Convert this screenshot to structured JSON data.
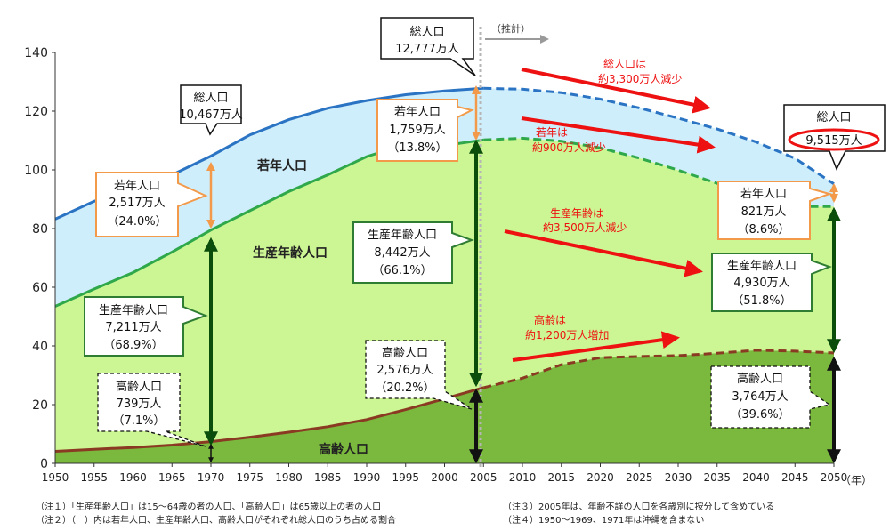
{
  "chart_data": {
    "type": "area",
    "x_unit": "（年）",
    "ylim": [
      0,
      140
    ],
    "y_ticks": [
      0,
      20,
      40,
      60,
      80,
      100,
      120,
      140
    ],
    "x_ticks": [
      1950,
      1955,
      1960,
      1965,
      1970,
      1975,
      1980,
      1985,
      1990,
      1995,
      2000,
      2005,
      2010,
      2015,
      2020,
      2025,
      2030,
      2035,
      2040,
      2045,
      2050
    ],
    "grid": false,
    "estimate_label": "（推計）",
    "series": [
      {
        "name": "総人口",
        "x": [
          1950,
          1955,
          1960,
          1965,
          1970,
          1975,
          1980,
          1985,
          1990,
          1995,
          2000,
          2005,
          2010,
          2015,
          2020,
          2025,
          2030,
          2035,
          2040,
          2045,
          2050
        ],
        "values": [
          83.2,
          89.3,
          93.4,
          98.3,
          104.7,
          111.9,
          117.1,
          121.0,
          123.6,
          125.6,
          126.9,
          127.8,
          127.5,
          126.3,
          124.1,
          121.1,
          117.6,
          113.9,
          109.5,
          103.9,
          95.2
        ]
      },
      {
        "name": "生産年齢人口+高齢人口",
        "x": [
          1950,
          1955,
          1960,
          1965,
          1970,
          1975,
          1980,
          1985,
          1990,
          1995,
          2000,
          2005,
          2010,
          2015,
          2020,
          2025,
          2030,
          2035,
          2040,
          2045,
          2050
        ],
        "values": [
          53.5,
          59.4,
          65.0,
          72.0,
          79.5,
          86.1,
          92.6,
          98.3,
          104.5,
          108.7,
          108.3,
          110.2,
          110.8,
          109.8,
          107.5,
          104.0,
          99.9,
          95.4,
          90.6,
          87.5,
          87.5
        ]
      },
      {
        "name": "高齢人口",
        "x": [
          1950,
          1955,
          1960,
          1965,
          1970,
          1975,
          1980,
          1985,
          1990,
          1995,
          2000,
          2005,
          2010,
          2015,
          2020,
          2025,
          2030,
          2035,
          2040,
          2045,
          2050
        ],
        "values": [
          4.1,
          4.8,
          5.4,
          6.2,
          7.4,
          8.9,
          10.6,
          12.5,
          14.9,
          18.3,
          22.0,
          25.8,
          29.0,
          33.6,
          36.0,
          36.4,
          36.7,
          37.5,
          38.5,
          38.2,
          37.6
        ]
      }
    ],
    "area_labels": [
      "若年人口",
      "生産年齢人口",
      "高齢人口"
    ],
    "callouts": {
      "c1970": {
        "title": "総人口",
        "value": "10,467万人"
      },
      "c2005": {
        "title": "総人口",
        "value": "12,777万人"
      },
      "c2050": {
        "title": "総人口",
        "value": "9,515万人"
      },
      "y1970": {
        "title": "若年人口",
        "value": "2,517万人",
        "pct": "（24.0%）"
      },
      "w1970": {
        "title": "生産年齢人口",
        "value": "7,211万人",
        "pct": "（68.9%）"
      },
      "o1970": {
        "title": "高齢人口",
        "value": "739万人",
        "pct": "（7.1%）"
      },
      "y2005": {
        "title": "若年人口",
        "value": "1,759万人",
        "pct": "（13.8%）"
      },
      "w2005": {
        "title": "生産年齢人口",
        "value": "8,442万人",
        "pct": "（66.1%）"
      },
      "o2005": {
        "title": "高齢人口",
        "value": "2,576万人",
        "pct": "（20.2%）"
      },
      "y2050": {
        "title": "若年人口",
        "value": "821万人",
        "pct": "（8.6%）"
      },
      "w2050": {
        "title": "生産年齢人口",
        "value": "4,930万人",
        "pct": "（51.8%）"
      },
      "o2050": {
        "title": "高齢人口",
        "value": "3,764万人",
        "pct": "（39.6%）"
      }
    },
    "trends": {
      "total": [
        "総人口は",
        "約3,300万人減少"
      ],
      "young": [
        "若年は",
        "約900万人減少"
      ],
      "working": [
        "生産年齢は",
        "約3,500万人減少"
      ],
      "old": [
        "高齢は",
        "約1,200万人増加"
      ]
    }
  },
  "notes": {
    "n1": "（注１）「生産年齢人口」は15～64歳の者の人口、「高齢人口」は65歳以上の者の人口",
    "n2": "（注２）（　）内は若年人口、生産年齢人口、高齢人口がそれぞれ総人口のうち占める割合",
    "n3": "（注３）2005年は、年齢不詳の人口を各歳別に按分して含めている",
    "n4": "（注４）1950～1969、1971年は沖縄を含まない"
  },
  "colors": {
    "young_fill": "#cfeefb",
    "working_fill": "#ccf594",
    "old_fill": "#7ab83e",
    "total_line": "#2b74c4",
    "working_line": "#2ea84a",
    "old_line": "#8a3a22",
    "trend_red": "#ee1111",
    "young_box": "#f39a4a",
    "working_box": "#2e7d32",
    "arrow_dark_green": "#0b4d0b",
    "estimate_gray": "#9a9a9a"
  }
}
